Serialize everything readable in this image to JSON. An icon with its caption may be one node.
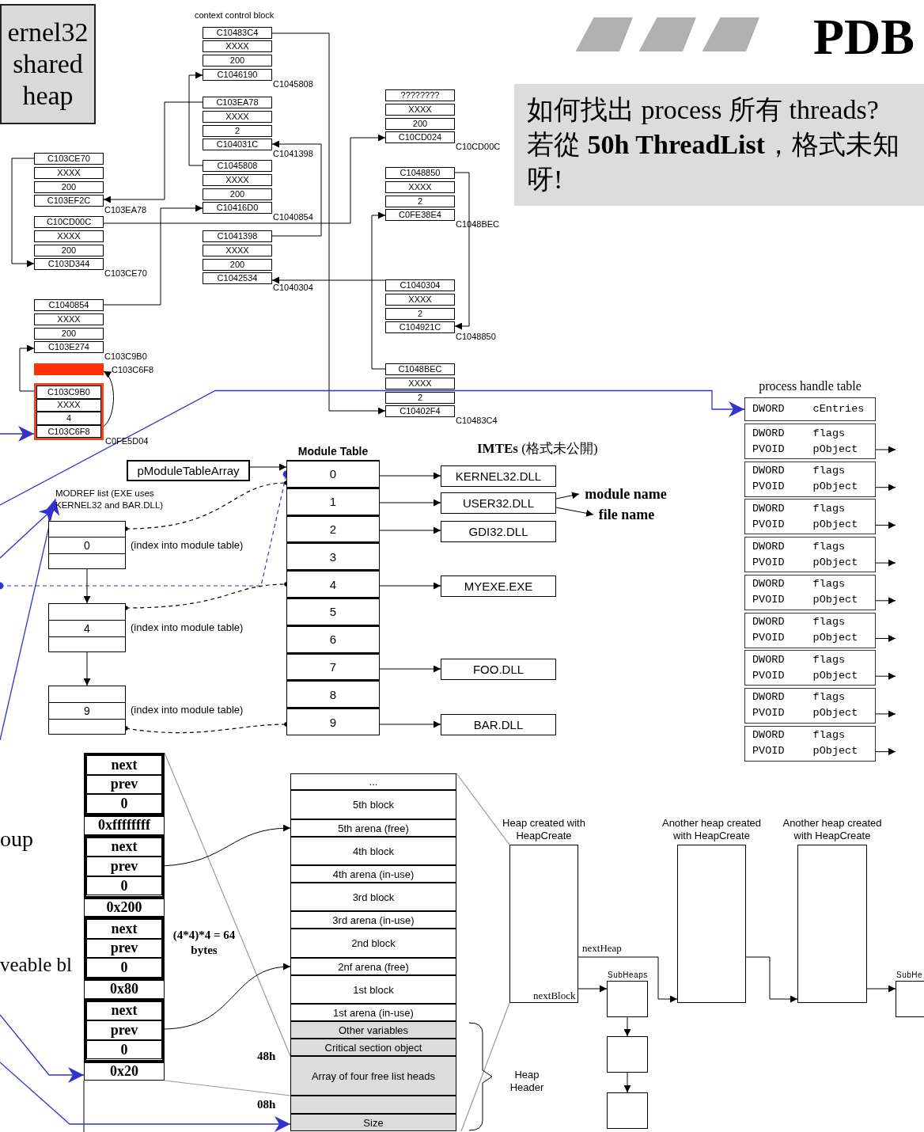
{
  "diagram": {
    "title": "PDB",
    "nodes": [
      {
        "text": [
          "ernel32 shared heap"
        ]
      },
      {
        "text": [
          "C10483C4"
        ]
      },
      {
        "text": [
          "XXXX"
        ]
      },
      {
        "text": [
          "200"
        ]
      },
      {
        "text": [
          "C1046190"
        ],
        "beside": [
          "C1045808"
        ]
      },
      {
        "text": [
          "C103EA78"
        ]
      },
      {
        "text": [
          "XXXX"
        ]
      },
      {
        "text": [
          "2"
        ]
      },
      {
        "text": [
          "C104031C"
        ],
        "beside": [
          "C1041398"
        ]
      },
      {
        "text": [
          "C1045808"
        ]
      },
      {
        "text": [
          "XXXX"
        ]
      },
      {
        "text": [
          "200"
        ]
      },
      {
        "text": [
          "C10416D0"
        ],
        "beside": [
          "C1040854"
        ]
      },
      {
        "text": [
          "C1041398"
        ]
      },
      {
        "text": [
          "XXXX"
        ]
      },
      {
        "text": [
          "200"
        ]
      },
      {
        "text": [
          "C1042534"
        ],
        "beside": [
          "C1040304"
        ]
      },
      {
        "text": [
          "????????"
        ]
      },
      {
        "text": [
          "XXXX"
        ]
      },
      {
        "text": [
          "200"
        ]
      },
      {
        "text": [
          "C10CD024"
        ],
        "beside": [
          "C10CD00C"
        ]
      },
      {
        "text": [
          "C1048850"
        ]
      },
      {
        "text": [
          "XXXX"
        ]
      },
      {
        "text": [
          "2"
        ]
      },
      {
        "text": [
          "C0FE38E4"
        ],
        "beside": [
          "C1048BEC"
        ]
      },
      {
        "text": [
          "C1040304"
        ]
      },
      {
        "text": [
          "XXXX"
        ]
      },
      {
        "text": [
          "2"
        ]
      },
      {
        "text": [
          "C104921C"
        ],
        "beside": [
          "C1048850"
        ]
      },
      {
        "text": [
          "C1048BEC"
        ]
      },
      {
        "text": [
          "XXXX"
        ]
      },
      {
        "text": [
          "2"
        ]
      },
      {
        "text": [
          "C10402F4"
        ],
        "beside": [
          "C10483C4"
        ]
      },
      {
        "text": [
          "C103CE70"
        ]
      },
      {
        "text": [
          "XXXX"
        ]
      },
      {
        "text": [
          "200"
        ]
      },
      {
        "text": [
          "C103EF2C"
        ],
        "beside": [
          "C103EA78"
        ]
      },
      {
        "text": [
          "C10CD00C"
        ]
      },
      {
        "text": [
          "XXXX"
        ]
      },
      {
        "text": [
          "200"
        ]
      },
      {
        "text": [
          "C103D344"
        ],
        "beside": [
          "C103CE70"
        ]
      },
      {
        "text": [
          "C1040854"
        ]
      },
      {
        "text": [
          "XXXX"
        ]
      },
      {
        "text": [
          "200"
        ]
      },
      {
        "text": [
          "C103E274"
        ],
        "beside": [
          "C103C9B0"
        ]
      },
      {
        "text": [],
        "shape": "bar",
        "beside": [
          "C103C6F8"
        ]
      },
      {
        "text": [],
        "shape": "box"
      },
      {
        "text": [
          "C103C9B0"
        ],
        "in": 46
      },
      {
        "text": [
          "XXXX"
        ],
        "in": 46
      },
      {
        "text": [
          "4"
        ],
        "in": 46
      },
      {
        "text": [
          "C103C6F8"
        ],
        "in": 46,
        "beside": [
          "C0FE5D04"
        ]
      },
      {
        "text": [
          "pModuleTableArray"
        ]
      },
      {
        "text": [
          "MODREF list (EXE uses KERNEL32 and BAR.DLL)"
        ]
      },
      {
        "text": [
          "0"
        ],
        "beside": [
          "(index into module table)"
        ]
      },
      {
        "text": [
          "4"
        ],
        "beside": [
          "(index into module table)"
        ]
      },
      {
        "text": [
          "9"
        ],
        "beside": [
          "(index into module table)"
        ]
      },
      {
        "text": [
          "Module Table"
        ]
      },
      {
        "text": [
          "0"
        ],
        "in": 56
      },
      {
        "text": [
          "1"
        ],
        "in": 56
      },
      {
        "text": [
          "2"
        ],
        "in": 56
      },
      {
        "text": [
          "3"
        ],
        "in": 56
      },
      {
        "text": [
          "4"
        ],
        "in": 56
      },
      {
        "text": [
          "5"
        ],
        "in": 56
      },
      {
        "text": [
          "6"
        ],
        "in": 56
      },
      {
        "text": [
          "7"
        ],
        "in": 56
      },
      {
        "text": [
          "8"
        ],
        "in": 56
      },
      {
        "text": [
          "9"
        ],
        "in": 56
      },
      {
        "text": [
          "KERNEL32.DLL"
        ]
      },
      {
        "text": [
          "USER32.DLL"
        ]
      },
      {
        "text": [
          "GDI32.DLL"
        ]
      },
      {
        "text": [
          "MYEXE.EXE"
        ]
      },
      {
        "text": [
          "FOO.DLL"
        ]
      },
      {
        "text": [
          "BAR.DLL"
        ]
      },
      {
        "text": [
          "module name"
        ]
      },
      {
        "text": [
          "file name"
        ]
      },
      {
        "text": [
          "process handle table"
        ]
      },
      {
        "text": [
          "DWORD cEntries"
        ],
        "in": 75
      },
      {
        "text": [
          "DWORD flags",
          "PVOID pObject"
        ],
        "in": 75
      },
      {
        "text": [
          "DWORD flags",
          "PVOID pObject"
        ],
        "in": 75
      },
      {
        "text": [
          "DWORD flags",
          "PVOID pObject"
        ],
        "in": 75
      },
      {
        "text": [
          "DWORD flags",
          "PVOID pObject"
        ],
        "in": 75
      },
      {
        "text": [
          "DWORD flags",
          "PVOID pObject"
        ],
        "in": 75
      },
      {
        "text": [
          "DWORD flags",
          "PVOID pObject"
        ],
        "in": 75
      },
      {
        "text": [
          "DWORD flags",
          "PVOID pObject"
        ],
        "in": 75
      },
      {
        "text": [
          "DWORD flags",
          "PVOID pObject"
        ],
        "in": 75
      },
      {
        "text": [
          "DWORD flags",
          "PVOID pObject"
        ],
        "in": 75
      },
      {
        "text": [],
        "shape": "box"
      },
      {
        "text": [
          "next"
        ],
        "in": 86
      },
      {
        "text": [
          "prev"
        ],
        "in": 86
      },
      {
        "text": [
          "0"
        ],
        "in": 86
      },
      {
        "text": [
          "0xffffffff"
        ]
      },
      {
        "text": [],
        "shape": "box"
      },
      {
        "text": [
          "next"
        ],
        "in": 91
      },
      {
        "text": [
          "prev"
        ],
        "in": 91
      },
      {
        "text": [
          "0"
        ],
        "in": 91
      },
      {
        "text": [
          "0x200"
        ]
      },
      {
        "text": [],
        "shape": "box"
      },
      {
        "text": [
          "next"
        ],
        "in": 96
      },
      {
        "text": [
          "prev"
        ],
        "in": 96
      },
      {
        "text": [
          "0"
        ],
        "in": 96
      },
      {
        "text": [
          "0x80"
        ]
      },
      {
        "text": [],
        "shape": "box"
      },
      {
        "text": [
          "next"
        ],
        "in": 101
      },
      {
        "text": [
          "prev"
        ],
        "in": 101
      },
      {
        "text": [
          "0"
        ],
        "in": 101
      },
      {
        "text": [
          "0x20"
        ]
      },
      {
        "text": [
          "..."
        ]
      },
      {
        "text": [
          "5th block"
        ]
      },
      {
        "text": [
          "5th arena (free)"
        ]
      },
      {
        "text": [
          "4th block"
        ]
      },
      {
        "text": [
          "4th arena (in-use)"
        ]
      },
      {
        "text": [
          "3rd block"
        ]
      },
      {
        "text": [
          "3rd arena (in-use)"
        ]
      },
      {
        "text": [
          "2nd block"
        ]
      },
      {
        "text": [
          "2nf arena (free)"
        ]
      },
      {
        "text": [
          "1st block"
        ]
      },
      {
        "text": [
          "1st arena (in-use)"
        ]
      },
      {
        "text": [
          "Other variables"
        ]
      },
      {
        "text": [
          "Critical section object"
        ]
      },
      {
        "text": [
          "Array of four free list heads"
        ]
      },
      {
        "text": [],
        "shape": "box"
      },
      {
        "text": [
          "Size"
        ]
      },
      {
        "text": [
          "Heap created with HeapCreate"
        ]
      },
      {
        "text": [
          "Another heap created with HeapCreate"
        ]
      },
      {
        "text": [
          "Another heap created with HeapCreate"
        ]
      },
      {
        "text": [
          "SubHeaps"
        ]
      },
      {
        "text": [],
        "shape": "box"
      },
      {
        "text": [],
        "shape": "box"
      },
      {
        "text": [
          "SubHe"
        ]
      },
      {
        "text": [
          "如何找出 process 所有 threads? 若從 **50h ThreadList**，格式未知呀!"
        ]
      }
    ],
    "edges": [
      {
        "from": 1,
        "to": 32,
        "arrow": "to"
      },
      {
        "from": 5,
        "to": 36,
        "arrow": "to"
      },
      {
        "from": 9,
        "to": 4,
        "arrow": "to"
      },
      {
        "from": 13,
        "to": 8,
        "arrow": "to"
      },
      {
        "from": 41,
        "to": 12,
        "arrow": "to"
      },
      {
        "from": 37,
        "to": 20,
        "arrow": "to"
      },
      {
        "from": 33,
        "to": 40,
        "arrow": "to"
      },
      {
        "from": 25,
        "to": 16,
        "arrow": "to"
      },
      {
        "from": 21,
        "to": 28,
        "arrow": "to"
      },
      {
        "from": 29,
        "to": 24,
        "arrow": "to"
      },
      {
        "from": 47,
        "to": 44,
        "arrow": "to"
      },
      {
        "from": 50,
        "to": 45,
        "arrow": "to"
      },
      {
        "from": null,
        "to": 76,
        "arrow": "to",
        "color": "#3333cc"
      },
      {
        "from": null,
        "to": 46,
        "arrow": "to",
        "color": "#3333cc"
      },
      {
        "from": null,
        "to": 52,
        "arrow": "to",
        "color": "#3333cc"
      },
      {
        "from": null,
        "to": 52,
        "arrow": "to",
        "color": "#3333cc"
      },
      {
        "from": null,
        "to": 57,
        "arrow": "other",
        "style": "dashed",
        "color": "#3333cc"
      },
      {
        "from": null,
        "to": 105,
        "arrow": "to",
        "color": "#3333cc"
      },
      {
        "from": null,
        "to": 121,
        "arrow": "to",
        "color": "#3333cc"
      },
      {
        "from": 51,
        "to": 57,
        "arrow": "to"
      },
      {
        "from": 57,
        "to": 67,
        "arrow": "to"
      },
      {
        "from": 58,
        "to": 68,
        "arrow": "to"
      },
      {
        "from": 59,
        "to": 69,
        "arrow": "to"
      },
      {
        "from": 61,
        "to": 70,
        "arrow": "to"
      },
      {
        "from": 64,
        "to": 71,
        "arrow": "to"
      },
      {
        "from": 66,
        "to": 72,
        "arrow": "to"
      },
      {
        "from": 68,
        "to": 73,
        "arrow": "to"
      },
      {
        "from": 68,
        "to": 74,
        "arrow": "to"
      },
      {
        "from": 53,
        "to": 54,
        "arrow": "to"
      },
      {
        "from": 54,
        "to": 55,
        "arrow": "to"
      },
      {
        "from": 53,
        "to": 57,
        "arrow": "other",
        "style": "dashed"
      },
      {
        "from": 54,
        "to": 61,
        "arrow": "other",
        "style": "dashed"
      },
      {
        "from": 55,
        "to": 66,
        "arrow": "other",
        "style": "dashed"
      },
      {
        "from": 77,
        "to": null,
        "arrow": "to"
      },
      {
        "from": 78,
        "to": null,
        "arrow": "to"
      },
      {
        "from": 79,
        "to": null,
        "arrow": "to"
      },
      {
        "from": 80,
        "to": null,
        "arrow": "to"
      },
      {
        "from": 81,
        "to": null,
        "arrow": "to"
      },
      {
        "from": 82,
        "to": null,
        "arrow": "to"
      },
      {
        "from": 83,
        "to": null,
        "arrow": "to"
      },
      {
        "from": 84,
        "to": null,
        "arrow": "to"
      },
      {
        "from": 85,
        "to": null,
        "arrow": "to"
      },
      {
        "from": 93,
        "to": 108,
        "arrow": "to"
      },
      {
        "from": 103,
        "to": 114,
        "arrow": "to"
      },
      {
        "from": 122,
        "to": 123,
        "arrow": "to",
        "label": "nextHeap"
      },
      {
        "from": 123,
        "to": 124,
        "arrow": "to"
      },
      {
        "from": 122,
        "to": 125,
        "arrow": "to",
        "label": "nextBlock"
      },
      {
        "from": 124,
        "to": 128,
        "arrow": "to"
      },
      {
        "from": 125,
        "to": 126,
        "arrow": "to"
      },
      {
        "from": 126,
        "to": 127,
        "arrow": "to"
      }
    ],
    "labels": [
      "context control block",
      "**IMTEs** (格式未公開)",
      "oup",
      "veable bl",
      "(4*4)*4 = 64 bytes",
      "48h",
      "08h",
      "Heap Header"
    ]
  }
}
